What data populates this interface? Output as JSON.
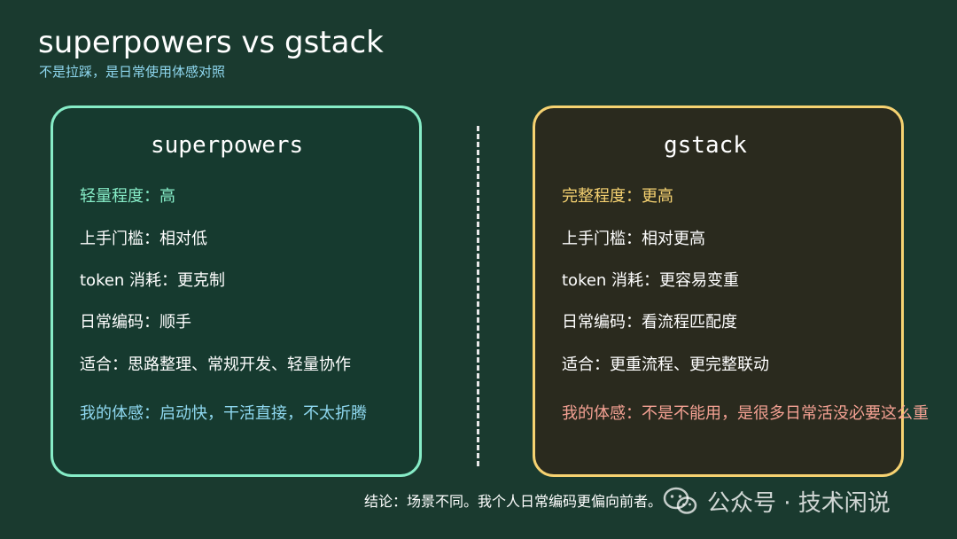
{
  "header": {
    "title": "superpowers vs gstack",
    "subtitle": "不是拉踩，是日常使用体感对照"
  },
  "left_card": {
    "title": "superpowers",
    "rows": [
      "轻量程度：高",
      "上手门槛：相对低",
      "token 消耗：更克制",
      "日常编码：顺手",
      "适合：思路整理、常规开发、轻量协作",
      "我的体感：启动快，干活直接，不太折腾"
    ],
    "accent_color": "#86ecc7"
  },
  "right_card": {
    "title": "gstack",
    "rows": [
      "完整程度：更高",
      "上手门槛：相对更高",
      "token 消耗：更容易变重",
      "日常编码：看流程匹配度",
      "适合：更重流程、更完整联动",
      "我的体感：不是不能用，是很多日常活没必要这么重"
    ],
    "accent_color": "#f6d271"
  },
  "footer": {
    "conclusion": "结论：场景不同。我个人日常编码更偏向前者。",
    "watermark": "公众号 · 技术闲说",
    "watermark_icon": "wechat-icon"
  },
  "colors": {
    "background": "#1a3a2f",
    "subtitle": "#8fd8f0",
    "left_feeling": "#8fd8f0",
    "right_feeling": "#f4a193"
  }
}
